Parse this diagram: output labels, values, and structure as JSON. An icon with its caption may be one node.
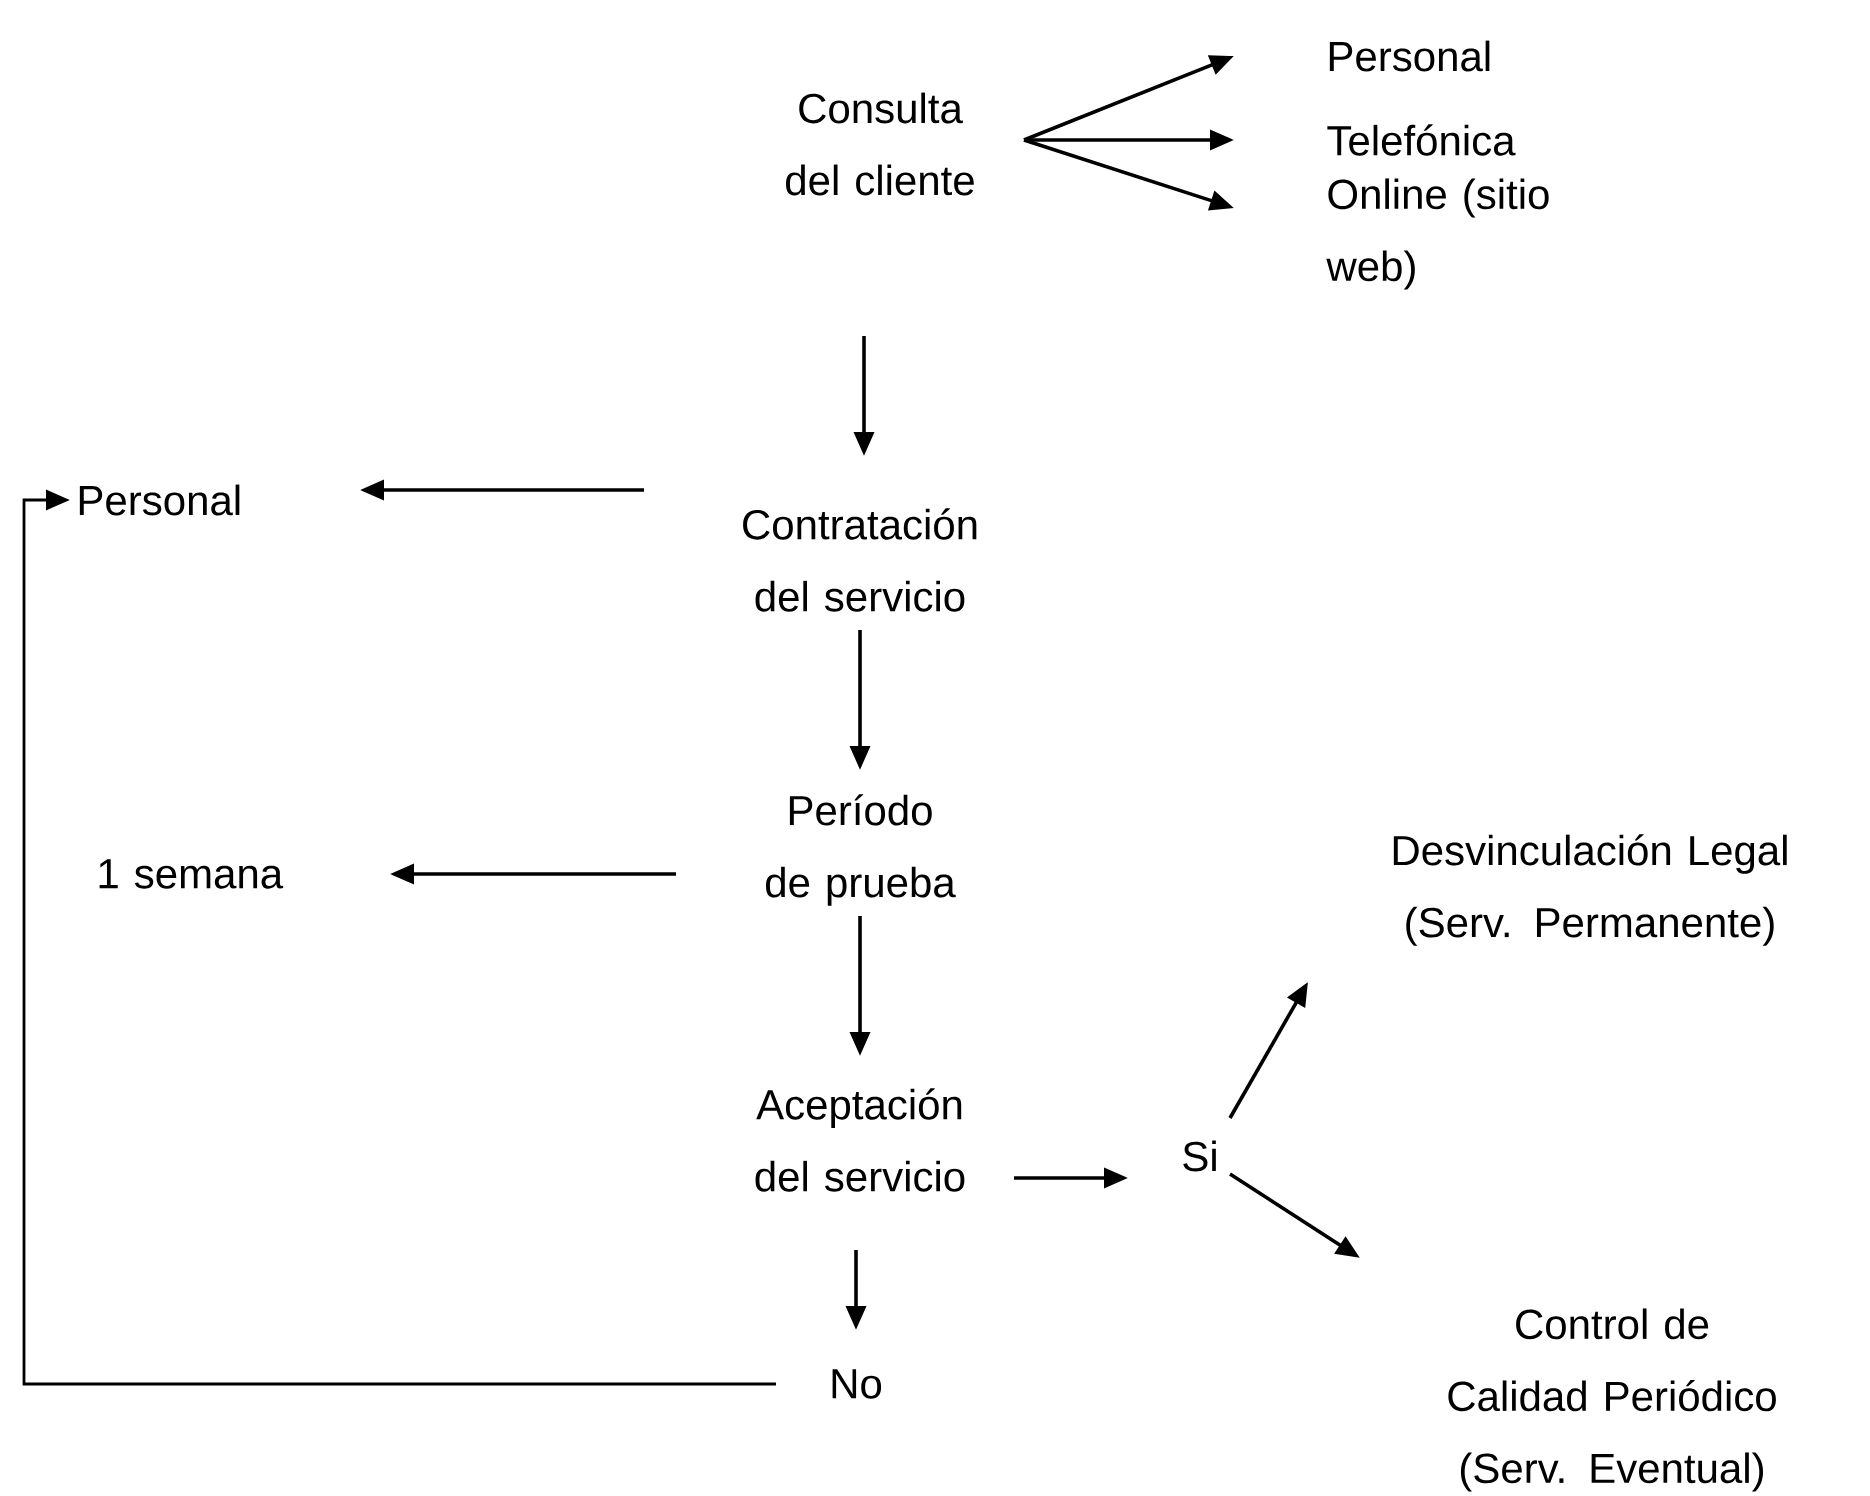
{
  "diagram": {
    "nodes": [
      {
        "text": [
          "Consulta del cliente"
        ]
      },
      {
        "text": [
          "Personal"
        ]
      },
      {
        "text": [
          "Telefónica"
        ]
      },
      {
        "text": [
          "Online (sitio web)"
        ]
      },
      {
        "text": [
          "Contratación del servicio"
        ]
      },
      {
        "text": [
          "Personal"
        ]
      },
      {
        "text": [
          "Período de prueba"
        ]
      },
      {
        "text": [
          "1 semana"
        ]
      },
      {
        "text": [
          "Aceptación del servicio"
        ]
      },
      {
        "text": [
          "Si"
        ]
      },
      {
        "text": [
          "Desvinculación Legal (Serv. Permanente)"
        ]
      },
      {
        "text": [
          "Control de Calidad Periódico (Serv. Eventual)"
        ]
      },
      {
        "text": [
          "No"
        ]
      }
    ],
    "edges": [
      {
        "from": 0,
        "to": 1,
        "arrow": "to"
      },
      {
        "from": 0,
        "to": 2,
        "arrow": "to"
      },
      {
        "from": 0,
        "to": 3,
        "arrow": "to"
      },
      {
        "from": 0,
        "to": 4,
        "arrow": "to"
      },
      {
        "from": 4,
        "to": 5,
        "arrow": "to"
      },
      {
        "from": 4,
        "to": 6,
        "arrow": "to"
      },
      {
        "from": 6,
        "to": 7,
        "arrow": "to"
      },
      {
        "from": 6,
        "to": 8,
        "arrow": "to"
      },
      {
        "from": 8,
        "to": 9,
        "arrow": "to"
      },
      {
        "from": 9,
        "to": 10,
        "arrow": "to"
      },
      {
        "from": 9,
        "to": 11,
        "arrow": "to"
      },
      {
        "from": 8,
        "to": 12,
        "arrow": "to"
      },
      {
        "from": 12,
        "to": 5,
        "arrow": "to"
      }
    ]
  }
}
